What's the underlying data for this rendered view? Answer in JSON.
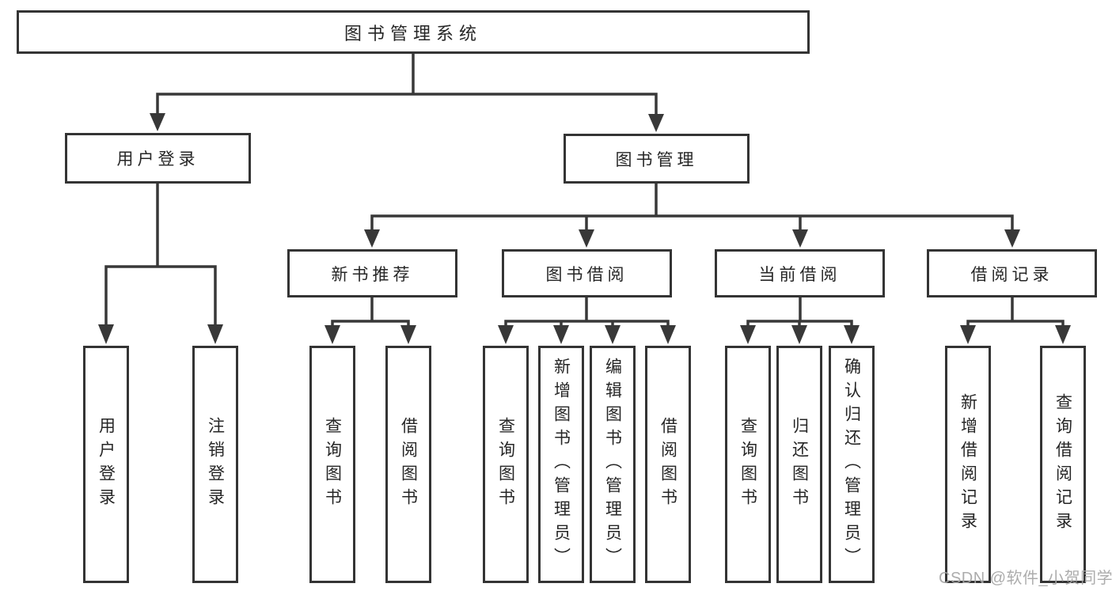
{
  "tree": {
    "label": "图书管理系统",
    "children": [
      {
        "label": "用户登录",
        "children": [
          {
            "label": "用户登录"
          },
          {
            "label": "注销登录"
          }
        ]
      },
      {
        "label": "图书管理",
        "children": [
          {
            "label": "新书推荐",
            "children": [
              {
                "label": "查询图书"
              },
              {
                "label": "借阅图书"
              }
            ]
          },
          {
            "label": "图书借阅",
            "children": [
              {
                "label": "查询图书"
              },
              {
                "label": "新增图书（管理员）"
              },
              {
                "label": "编辑图书（管理员）"
              },
              {
                "label": "借阅图书"
              }
            ]
          },
          {
            "label": "当前借阅",
            "children": [
              {
                "label": "查询图书"
              },
              {
                "label": "归还图书"
              },
              {
                "label": "确认归还（管理员）"
              }
            ]
          },
          {
            "label": "借阅记录",
            "children": [
              {
                "label": "新增借阅记录"
              },
              {
                "label": "查询借阅记录"
              }
            ]
          }
        ]
      }
    ]
  },
  "watermark": {
    "text": "CSDN @软件_小贺同学"
  },
  "colors": {
    "line": "#383838",
    "box_border": "#343434",
    "text": "#262626",
    "watermark": "#a6a6a6",
    "background": "#ffffff"
  }
}
